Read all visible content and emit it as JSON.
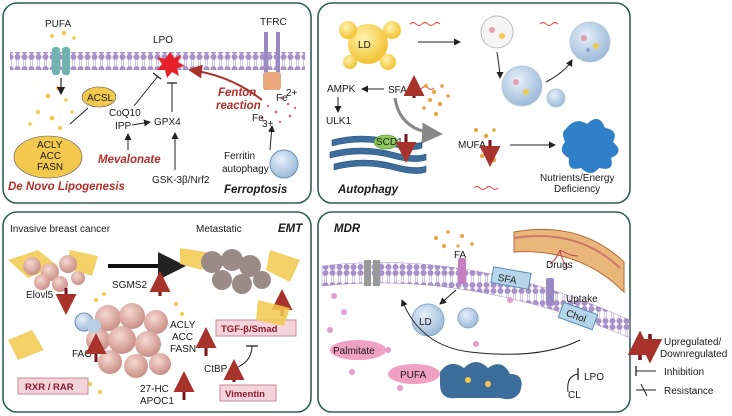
{
  "panel_ferroptosis": {
    "pufa": "PUFA",
    "lpo": "LPO",
    "tfrc": "TFRC",
    "acsl": "ACSL",
    "coq10": "CoQ10",
    "ipp": "IPP",
    "gpx4": "GPX4",
    "fenton": "Fenton",
    "reaction": "reaction",
    "fe2": "Fe",
    "fe2_sup": "2+",
    "fe3": "Fe",
    "fe3_sup": "3+",
    "ferritin": "Ferritin",
    "autophagy": "autophagy",
    "mevalonate": "Mevalonate",
    "acly": "ACLY",
    "acc": "ACC",
    "fasn": "FASN",
    "de_novo": "De Novo Lipogenesis",
    "gsk": "GSK-3β/Nrf2",
    "title": "Ferroptosis"
  },
  "panel_autophagy": {
    "ld": "LD",
    "ampk": "AMPK",
    "sfa": "SFA",
    "ulk1": "ULK1",
    "scd1": "SCD1",
    "mufa": "MUFA",
    "title": "Autophagy",
    "nutrients": "Nutrients/Energy",
    "deficiency": "Deficiency"
  },
  "panel_emt": {
    "invasive": "Invasive breast cancer",
    "metastatic": "Metastatic",
    "title": "EMT",
    "sgms2": "SGMS2",
    "elovl5": "Elovl5",
    "acly": "ACLY",
    "acc": "ACC",
    "fasn": "FASN",
    "tgf": "TGF-β/Smad",
    "fao": "FAO",
    "ctbp": "CtBP",
    "hc27": "27-HC",
    "apoc1": "APOC1",
    "rxr": "RXR / RAR",
    "vimentin": "Vimentin"
  },
  "panel_mdr": {
    "title": "MDR",
    "fa": "FA",
    "drugs": "Drugs",
    "sfa": "SFA",
    "uptake": "Uptake",
    "ld": "LD",
    "chol": "Chol",
    "palmitate": "Palmitate",
    "pufa": "PUFA",
    "lpo": "LPO",
    "cl": "CL"
  },
  "legend": {
    "updown": "Upregulated/",
    "down": "Downregulated",
    "inhibition": "Inhibition",
    "resistance": "Resistance"
  },
  "colors": {
    "panel_border": "#2f5f55",
    "membrane": "#a890c8",
    "red_text": "#b0302a",
    "arrow_red": "#7a1020",
    "lipid_yellow": "#f2c94c",
    "er_blue": "#3d6d9a"
  }
}
